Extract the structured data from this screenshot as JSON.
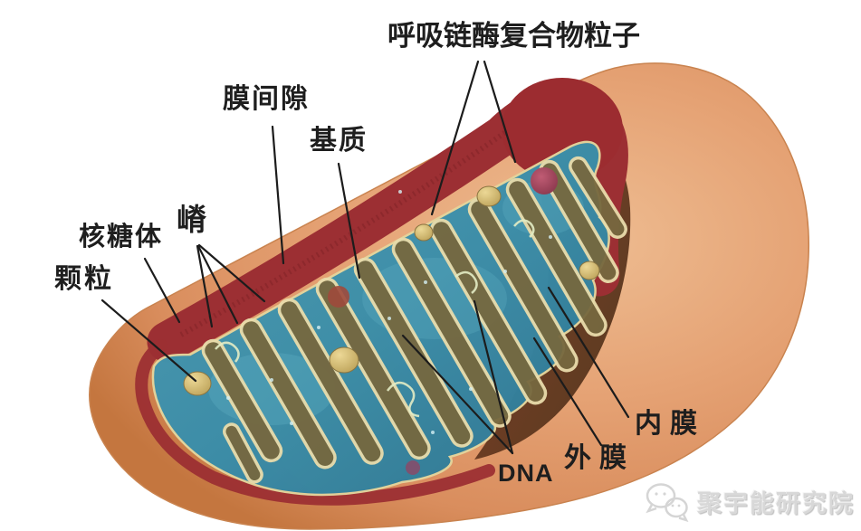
{
  "labels": {
    "respiratory_particles": "呼吸链酶复合物粒子",
    "intermembrane_space": "膜间隙",
    "matrix": "基质",
    "cristae": "嵴",
    "ribosome": "核糖体",
    "granule": "颗粒",
    "dna": "DNA",
    "outer_membrane": "外膜",
    "inner_membrane": "内膜"
  },
  "watermark": {
    "brand": "聚宇能研究院"
  },
  "colors": {
    "outer_membrane_surface": "#e29a6c",
    "outer_membrane_highlight": "#eebd92",
    "outer_membrane_shadow": "#c4763f",
    "cut_rim_red": "#9c2f33",
    "matrix_teal": "#3b8ea9",
    "cristae_cream": "#e9dcab",
    "cristae_olive": "#76683f",
    "granule_yellow": "#d9c279",
    "red_sphere": "#a8435c",
    "leader_line": "#1c1c1c",
    "label_text": "#1e1e1e",
    "watermark_gray": "#d8d8d8"
  }
}
